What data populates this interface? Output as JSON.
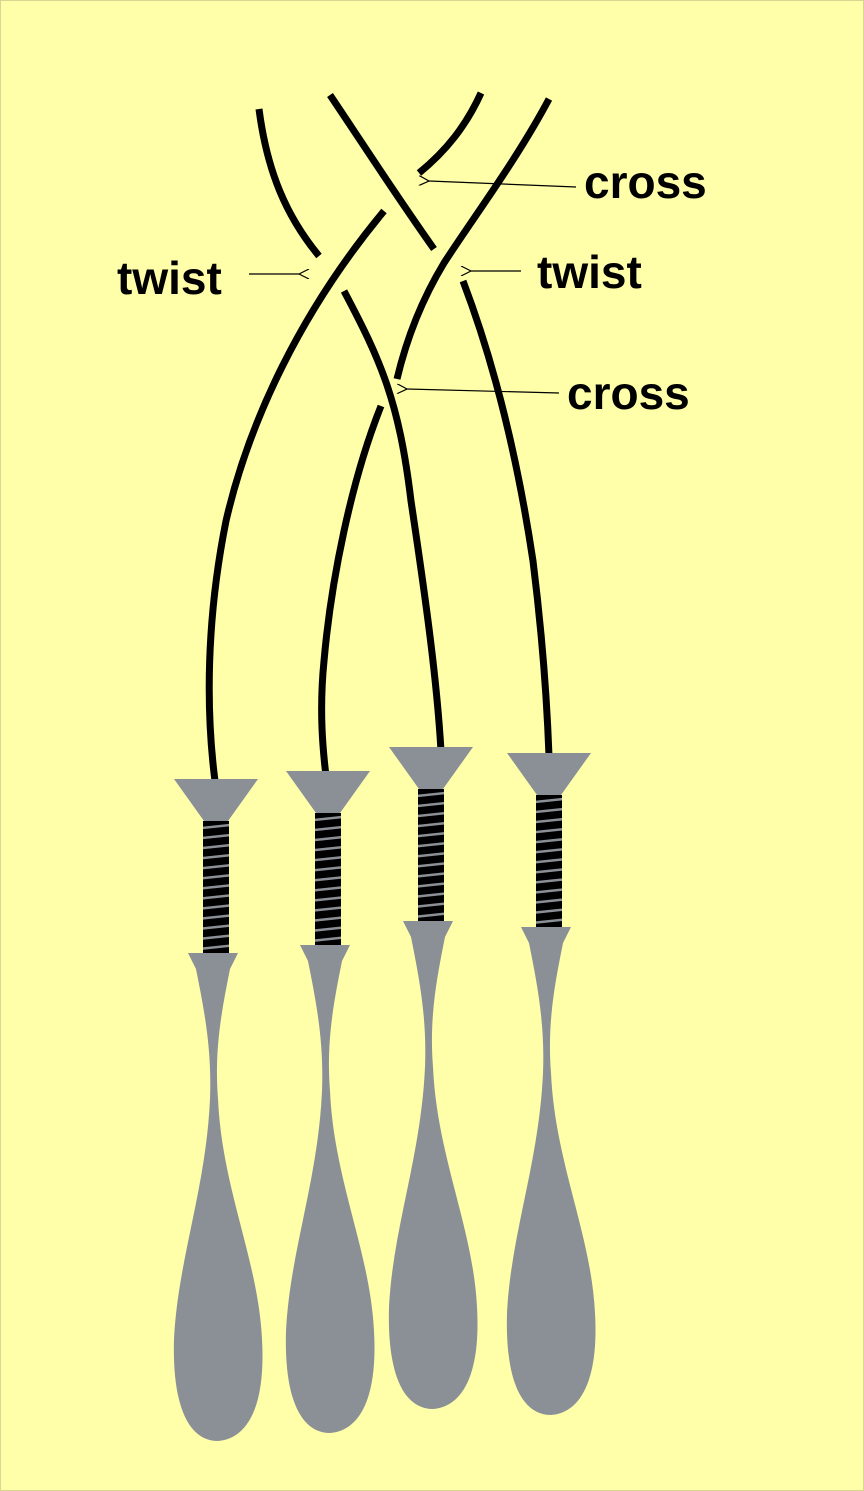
{
  "labels": {
    "cross_top": "cross",
    "twist_left": "twist",
    "twist_right": "twist",
    "cross_bottom": "cross"
  },
  "bobbin_count": 4,
  "colors": {
    "background": "#fffea9",
    "thread": "#000000",
    "bobbin": "#8a9096"
  }
}
